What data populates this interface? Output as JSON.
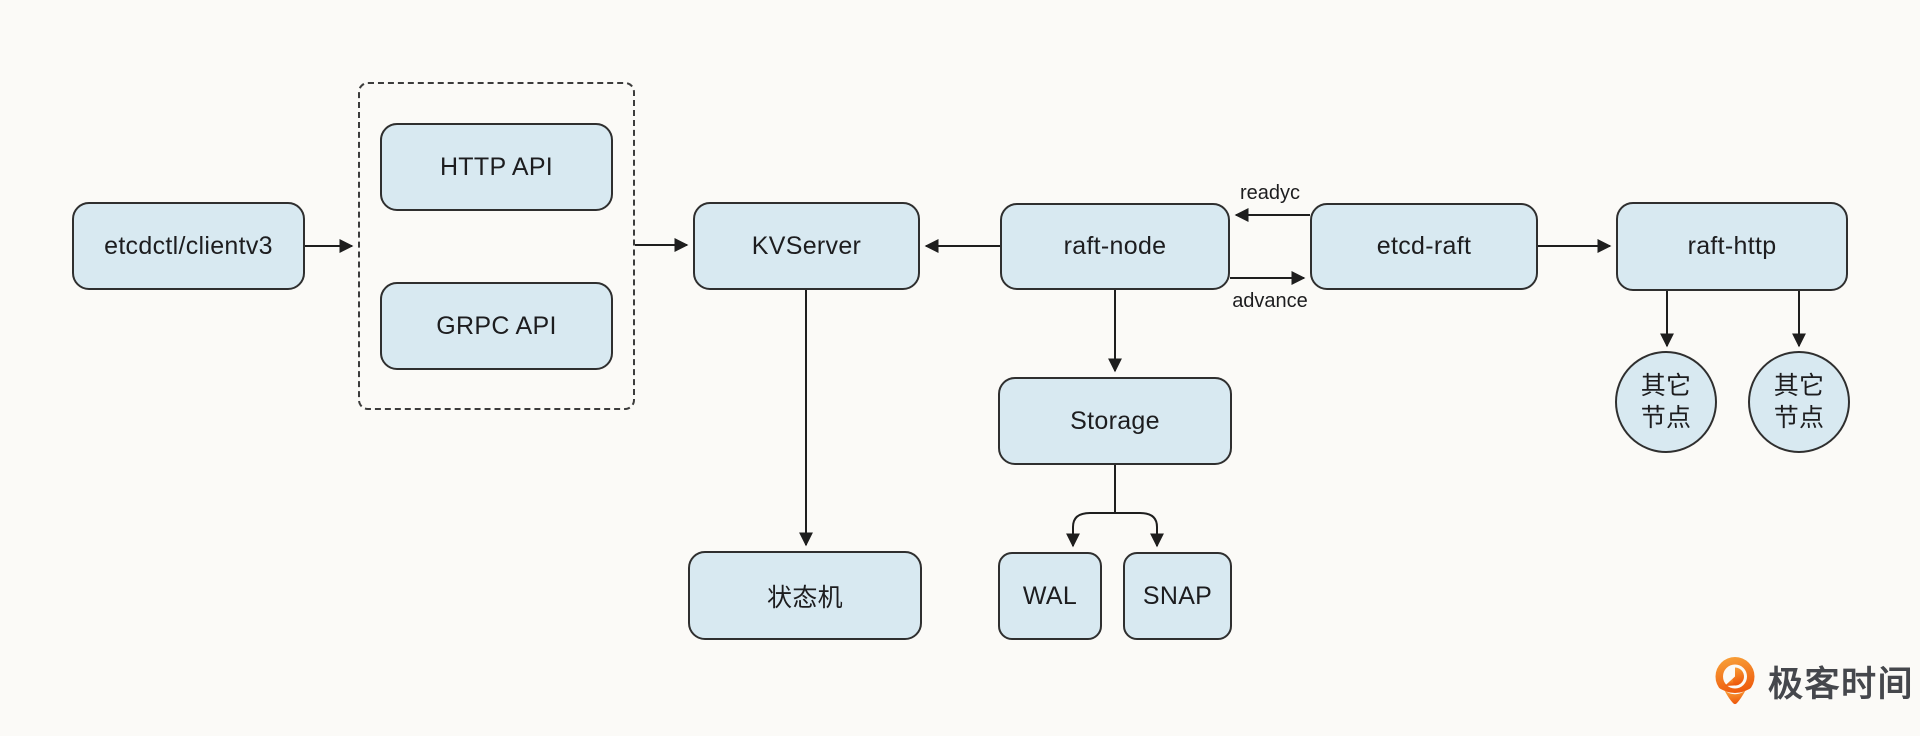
{
  "colors": {
    "background": "#fbfaf7",
    "node_fill": "#d8e9f1",
    "node_border": "#2f2f2f",
    "arrow": "#1e1e1e",
    "logo_orange": "#ee5a0d",
    "logo_text_color": "#45474c"
  },
  "nodes": {
    "client": "etcdctl/clientv3",
    "http_api": "HTTP API",
    "grpc_api": "GRPC API",
    "kvserver": "KVServer",
    "raft_node": "raft-node",
    "etcd_raft": "etcd-raft",
    "raft_http": "raft-http",
    "storage": "Storage",
    "wal": "WAL",
    "snap": "SNAP",
    "state_machine": "状态机",
    "other_node_1": {
      "lines": [
        "其它",
        "节点"
      ]
    },
    "other_node_2": {
      "lines": [
        "其它",
        "节点"
      ]
    }
  },
  "edge_labels": {
    "readyc": "readyc",
    "advance": "advance"
  },
  "branding": {
    "logo_text": "极客时间"
  }
}
